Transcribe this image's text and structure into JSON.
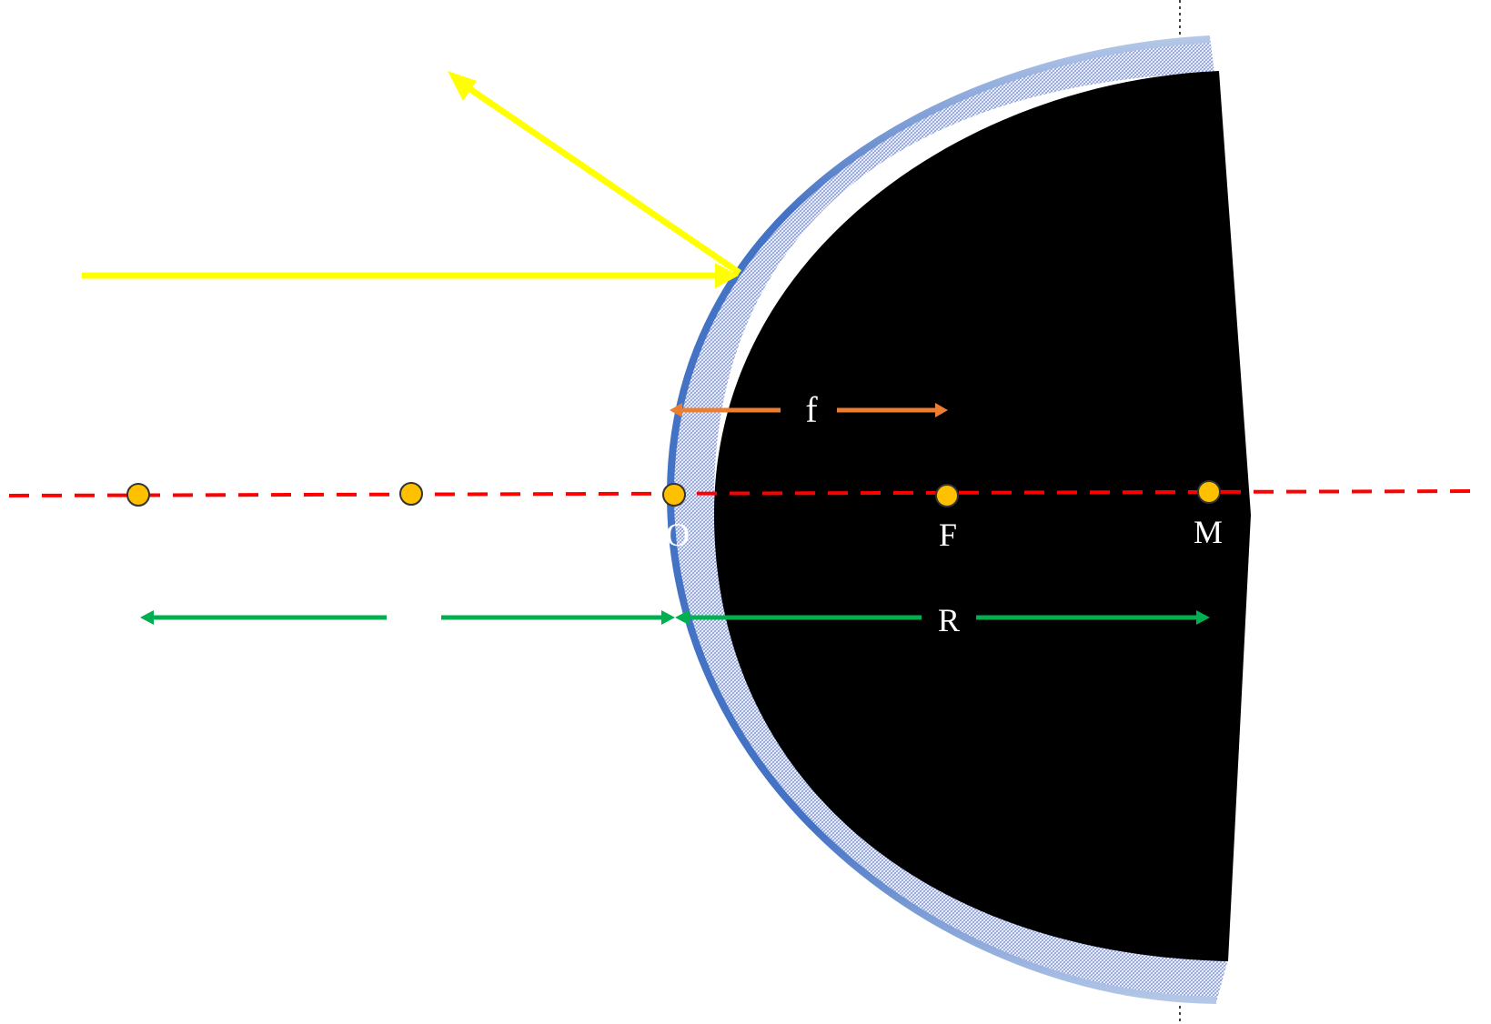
{
  "labels": {
    "focal_length": "f",
    "radius": "R",
    "vertex": "O",
    "focus": "F",
    "center": "M"
  },
  "icons": [
    "incident-ray-arrow",
    "reflected-ray-arrow",
    "dimension-arrows"
  ],
  "colors": {
    "background": "#ffffff",
    "mirror_body": "#000000",
    "mirror_surface": "#4472c4",
    "mirror_surface_faded": "#b4c7e7",
    "hatching": "#8a9fe0",
    "light_ray": "#ffff00",
    "optical_axis": "#ff0000",
    "focal_dimension": "#ed7d31",
    "radius_dimension": "#00b050",
    "point_marker": "#ffc000",
    "point_outline": "#333333",
    "reference_line": "#000000",
    "label_on_dark": "#ffffff"
  }
}
